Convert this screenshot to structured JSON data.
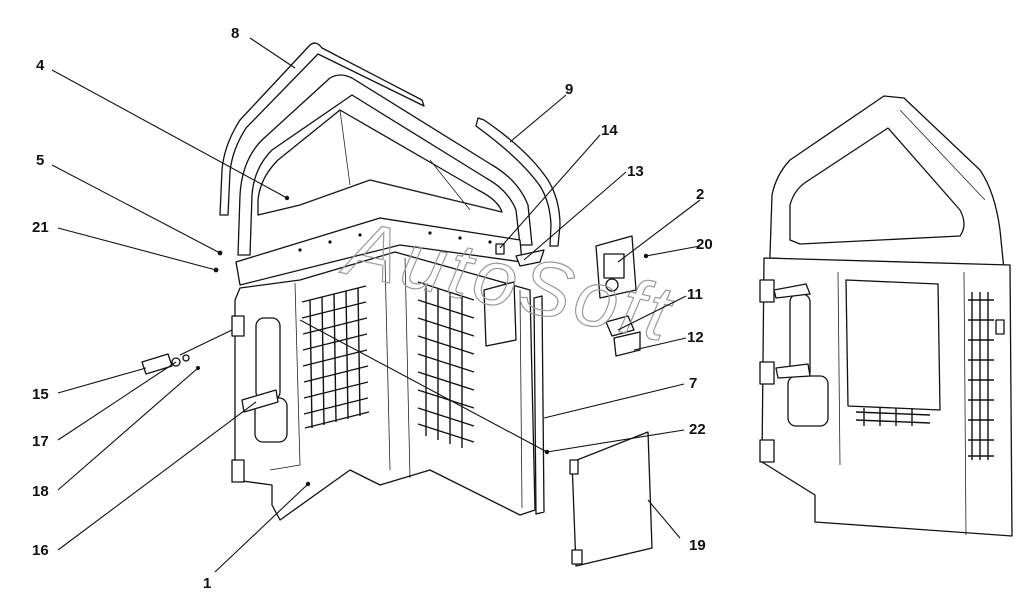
{
  "watermark": "AutoSoft",
  "callouts": [
    {
      "id": "1",
      "text": "1"
    },
    {
      "id": "2",
      "text": "2"
    },
    {
      "id": "4",
      "text": "4"
    },
    {
      "id": "5",
      "text": "5"
    },
    {
      "id": "7",
      "text": "7"
    },
    {
      "id": "8",
      "text": "8"
    },
    {
      "id": "9",
      "text": "9"
    },
    {
      "id": "11",
      "text": "11"
    },
    {
      "id": "12",
      "text": "12"
    },
    {
      "id": "13",
      "text": "13"
    },
    {
      "id": "14",
      "text": "14"
    },
    {
      "id": "15",
      "text": "15"
    },
    {
      "id": "16",
      "text": "16"
    },
    {
      "id": "17",
      "text": "17"
    },
    {
      "id": "18",
      "text": "18"
    },
    {
      "id": "19",
      "text": "19"
    },
    {
      "id": "20",
      "text": "20"
    },
    {
      "id": "21",
      "text": "21"
    },
    {
      "id": "22",
      "text": "22"
    }
  ]
}
